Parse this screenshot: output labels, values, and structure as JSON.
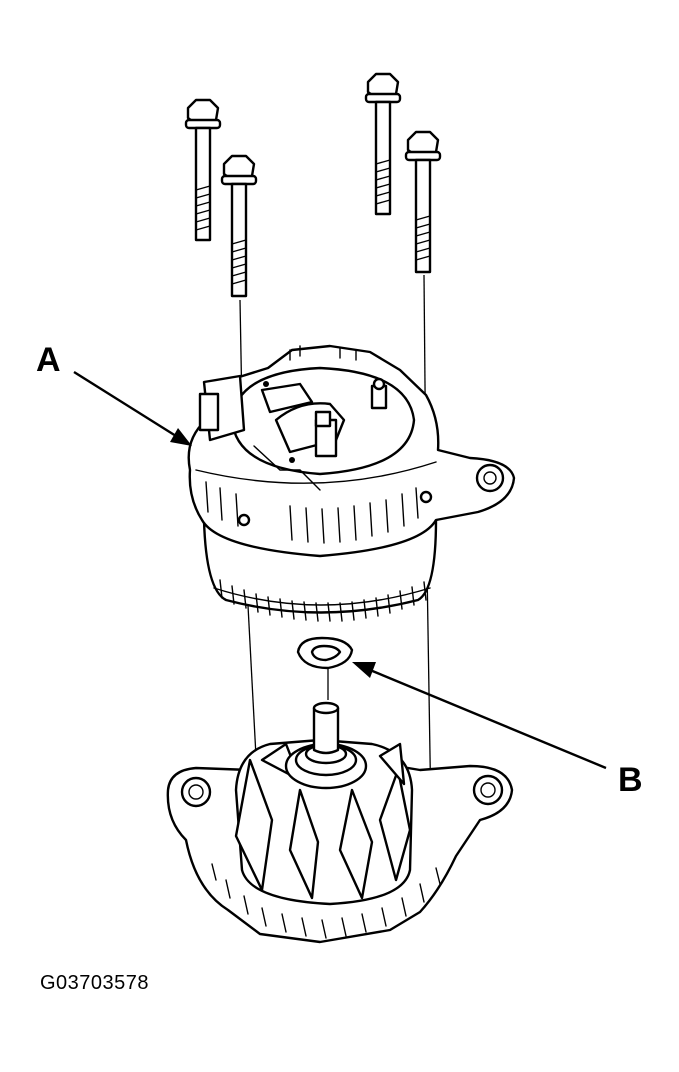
{
  "callouts": {
    "a": "A",
    "b": "B"
  },
  "figure_id": "G03703578",
  "colors": {
    "ink": "#000000",
    "paper": "#ffffff"
  }
}
